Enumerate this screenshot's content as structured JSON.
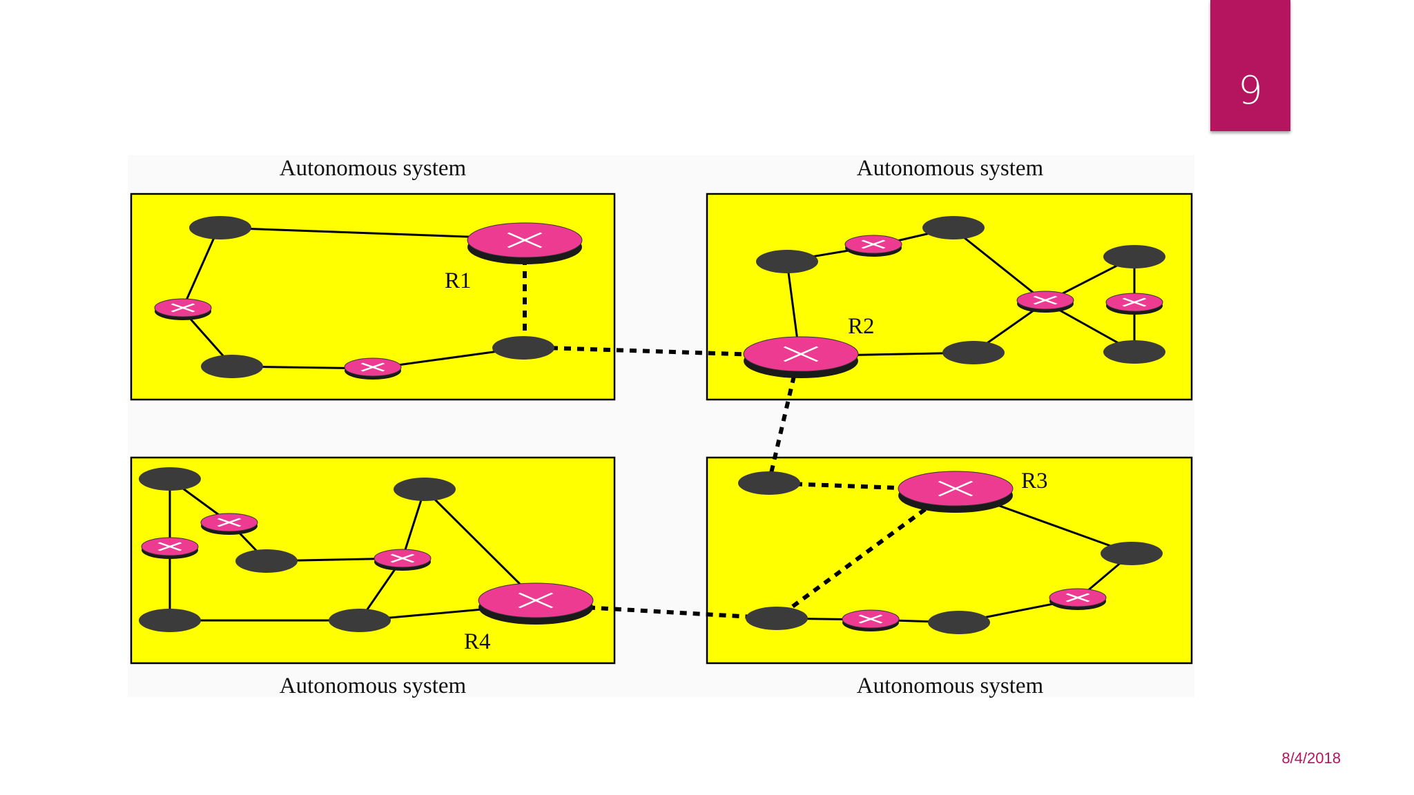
{
  "slide": {
    "number": "9",
    "date": "8/4/2018"
  },
  "colors": {
    "accent": "#b5155f",
    "as_fill": "#ffff00",
    "host": "#3b3b3b",
    "router": "#ee3b92",
    "link": "#000000"
  },
  "diagram": {
    "as_labels": [
      "Autonomous system",
      "Autonomous system",
      "Autonomous system",
      "Autonomous system"
    ],
    "routers": [
      "R1",
      "R2",
      "R3",
      "R4"
    ]
  }
}
